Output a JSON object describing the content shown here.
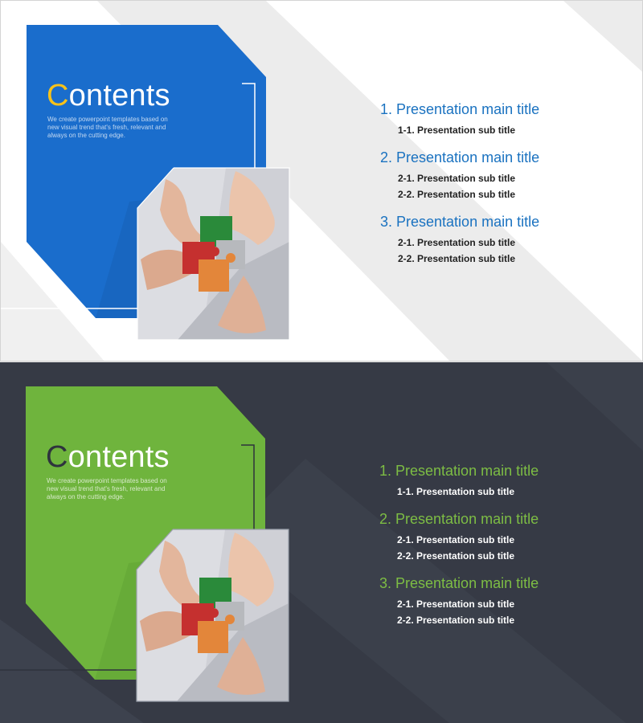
{
  "slides": [
    {
      "theme": "light",
      "colors": {
        "panel": "#1a6dcc",
        "accent_letter": "#f7c21a",
        "title": "#1a72c0",
        "sub": "#222222",
        "background": "#ffffff"
      },
      "heading_first": "C",
      "heading_rest": "ontents",
      "blurb": "We create powerpoint templates based on new visual trend that's fresh, relevant and always on the cutting edge.",
      "toc": [
        {
          "title": "1. Presentation main title",
          "subs": [
            "1-1. Presentation sub title"
          ]
        },
        {
          "title": "2. Presentation main title",
          "subs": [
            "2-1. Presentation sub title",
            "2-2. Presentation sub title"
          ]
        },
        {
          "title": "3. Presentation main title",
          "subs": [
            "2-1. Presentation sub title",
            "2-2. Presentation sub title"
          ]
        }
      ]
    },
    {
      "theme": "dark",
      "colors": {
        "panel": "#6fb43d",
        "accent_letter": "#2e333d",
        "title": "#7dbd44",
        "sub": "#ffffff",
        "background": "#363a45"
      },
      "heading_first": "C",
      "heading_rest": "ontents",
      "blurb": "We create powerpoint templates based on new visual trend that's fresh, relevant and always on the cutting edge.",
      "toc": [
        {
          "title": "1. Presentation main title",
          "subs": [
            "1-1. Presentation sub title"
          ]
        },
        {
          "title": "2. Presentation main title",
          "subs": [
            "2-1. Presentation sub title",
            "2-2. Presentation sub title"
          ]
        },
        {
          "title": "3. Presentation main title",
          "subs": [
            "2-1. Presentation sub title",
            "2-2. Presentation sub title"
          ]
        }
      ]
    }
  ],
  "icons": {
    "photo": "puzzle-hands-image"
  }
}
